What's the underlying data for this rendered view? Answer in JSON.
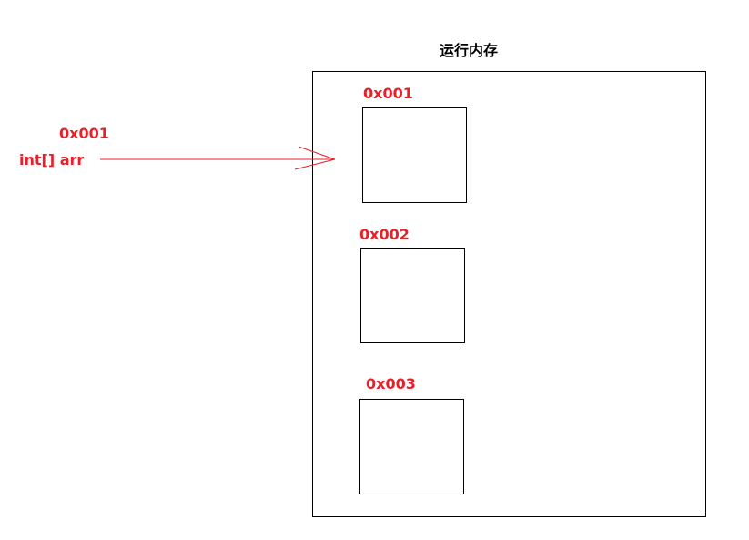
{
  "title": "运行内存",
  "variable": {
    "address": "0x001",
    "declaration": "int[] arr"
  },
  "blocks": [
    {
      "address": "0x001"
    },
    {
      "address": "0x002"
    },
    {
      "address": "0x003"
    }
  ],
  "colors": {
    "accent": "#e8202a",
    "stroke": "#000000"
  }
}
